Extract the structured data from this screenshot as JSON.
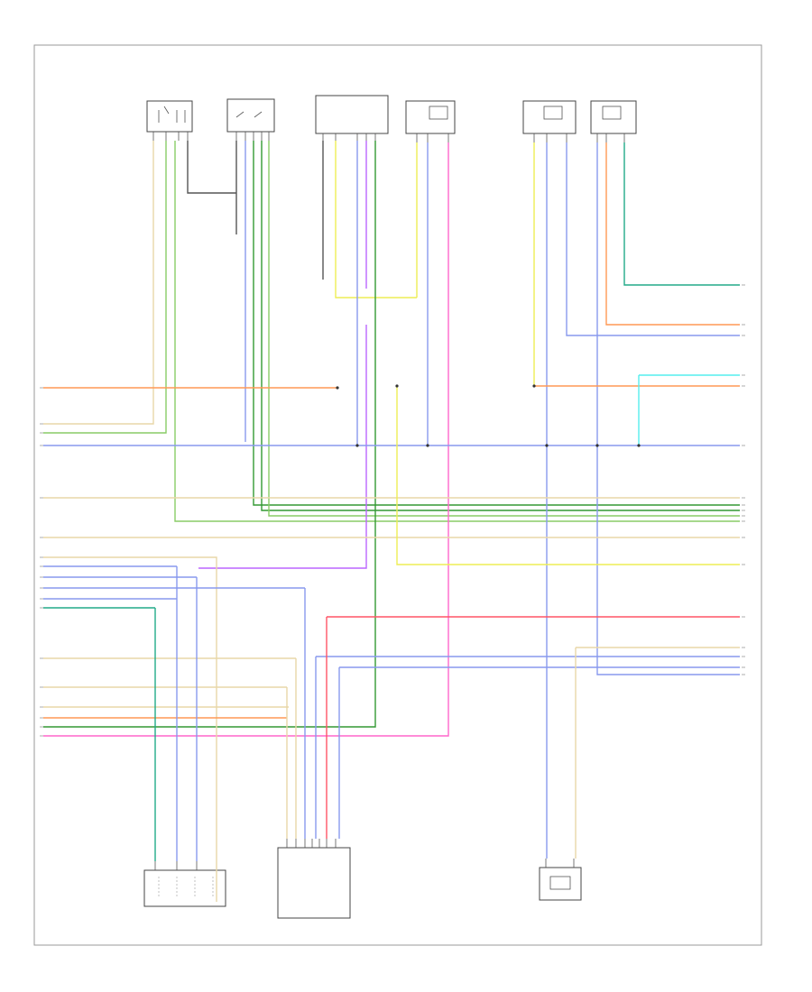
{
  "diagram": {
    "footer": "",
    "colors": {
      "frame": "#9a9a9a",
      "black": "#555555",
      "tan": "#e8d7a8",
      "light_green": "#88cc66",
      "dark_green": "#339933",
      "blue": "#8899ee",
      "violet": "#bb66ff",
      "pink": "#ff66cc",
      "orange": "#ff9955",
      "yellow": "#eeee55",
      "cyan": "#55eeee",
      "red": "#ff5566",
      "teal": "#22aa88",
      "gray": "#9aa0a6"
    },
    "components": [
      {
        "id": "c1",
        "icon": "switch-icon"
      },
      {
        "id": "c2",
        "icon": "switch-icon"
      },
      {
        "id": "c3",
        "icon": "sensor-icon"
      },
      {
        "id": "c4",
        "icon": "actuator-icon"
      },
      {
        "id": "c5",
        "icon": "sensor-icon"
      },
      {
        "id": "c6",
        "icon": "sensor-icon"
      },
      {
        "id": "c7",
        "icon": "connector-icon"
      },
      {
        "id": "c8",
        "icon": "module-icon"
      },
      {
        "id": "c9",
        "icon": "sensor-icon"
      }
    ]
  }
}
